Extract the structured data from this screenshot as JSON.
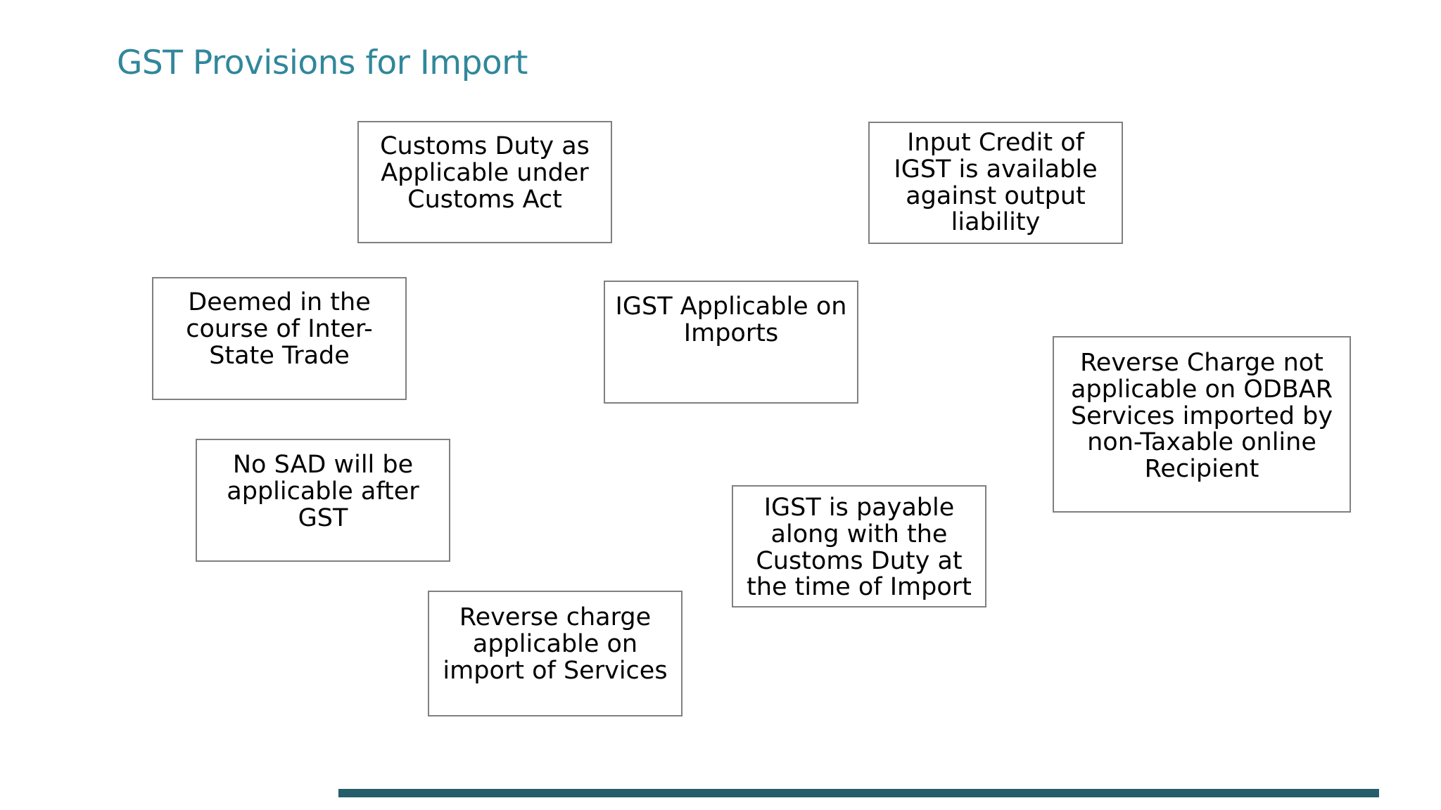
{
  "slide": {
    "title": "GST Provisions for Import",
    "title_color": "#31879B",
    "background_color": "#FFFFFF",
    "accent_bar_color": "#255D6B",
    "box_border_color": "#808080",
    "box_fill_color": "#FFFFFF",
    "box_text_color": "#000000"
  },
  "boxes": [
    {
      "id": "customs-duty",
      "text": "Customs Duty as\nApplicable under\nCustoms Act"
    },
    {
      "id": "input-credit",
      "text": "Input Credit of\nIGST is available\nagainst output\nliability"
    },
    {
      "id": "deemed-inter-state",
      "text": "Deemed in the\ncourse of Inter-\nState Trade"
    },
    {
      "id": "igst-applicable",
      "text": "IGST Applicable on\nImports"
    },
    {
      "id": "reverse-odbar",
      "text": "Reverse Charge not\napplicable on ODBAR\nServices imported by\nnon-Taxable online\nRecipient"
    },
    {
      "id": "no-sad",
      "text": "No SAD will be\napplicable after\nGST"
    },
    {
      "id": "igst-payable",
      "text": "IGST is payable\nalong with the\nCustoms Duty at\nthe time of Import"
    },
    {
      "id": "reverse-services",
      "text": "Reverse charge\napplicable on\nimport of Services"
    }
  ]
}
